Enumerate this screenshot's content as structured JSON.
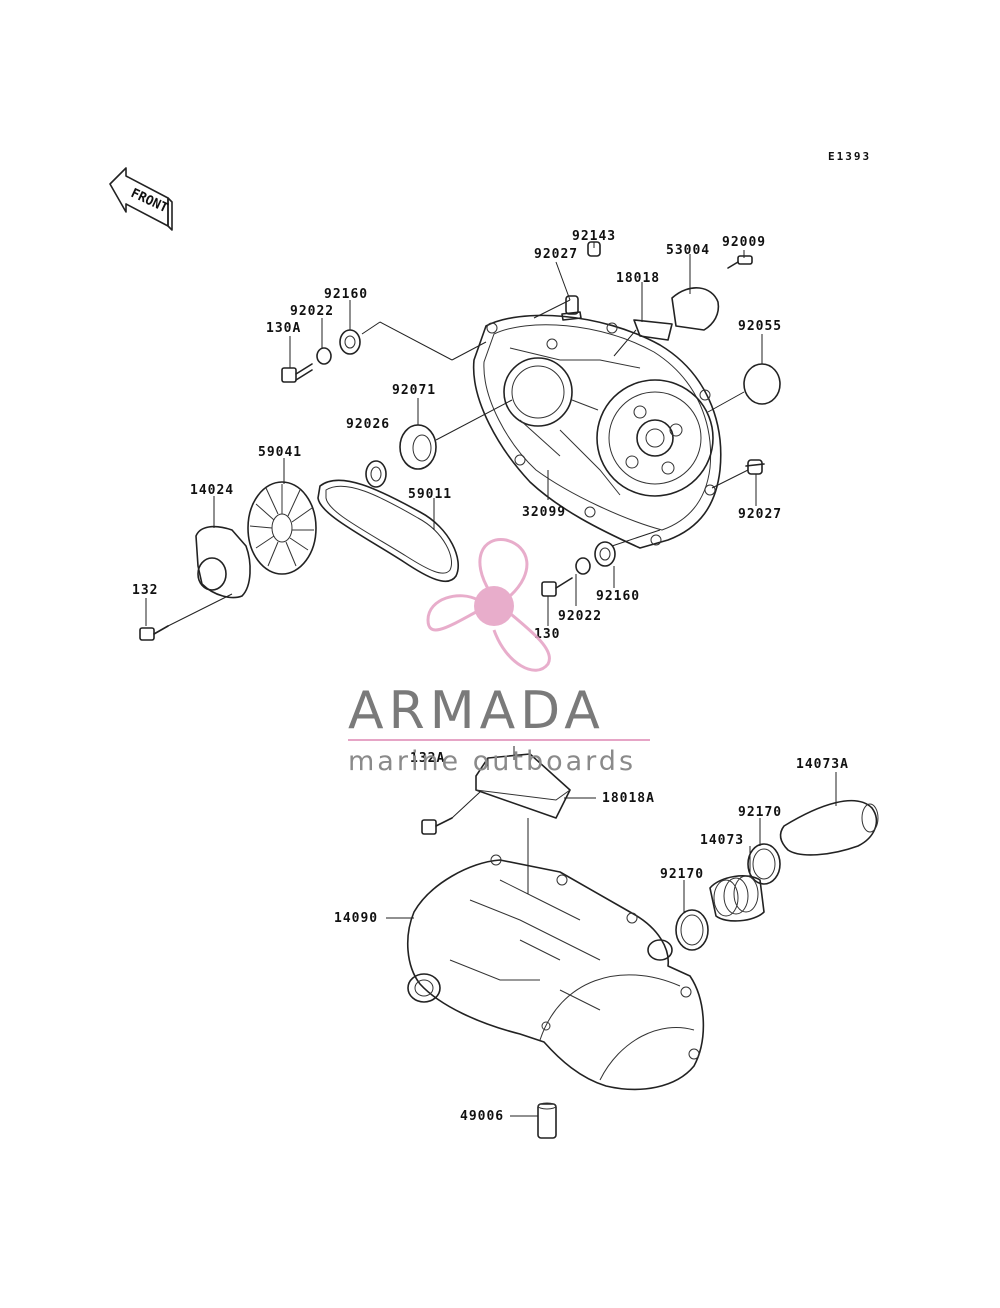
{
  "diagram_code": "E1393",
  "front_label": "FRONT",
  "brand": {
    "name": "ARMADA",
    "tagline": "marine outboards",
    "accent_color": "#e6a5c6",
    "rule_color": "#e6a5c6"
  },
  "part_labels": [
    {
      "id": "p92143",
      "text": "92143"
    },
    {
      "id": "p92027a",
      "text": "92027"
    },
    {
      "id": "p53004",
      "text": "53004"
    },
    {
      "id": "p92009",
      "text": "92009"
    },
    {
      "id": "p18018",
      "text": "18018"
    },
    {
      "id": "p92160a",
      "text": "92160"
    },
    {
      "id": "p92022a",
      "text": "92022"
    },
    {
      "id": "p130A",
      "text": "130A"
    },
    {
      "id": "p92055",
      "text": "92055"
    },
    {
      "id": "p92071",
      "text": "92071"
    },
    {
      "id": "p92026",
      "text": "92026"
    },
    {
      "id": "p59041",
      "text": "59041"
    },
    {
      "id": "p14024",
      "text": "14024"
    },
    {
      "id": "p59011",
      "text": "59011"
    },
    {
      "id": "p32099",
      "text": "32099"
    },
    {
      "id": "p92027b",
      "text": "92027"
    },
    {
      "id": "p132",
      "text": "132"
    },
    {
      "id": "p92160b",
      "text": "92160"
    },
    {
      "id": "p92022b",
      "text": "92022"
    },
    {
      "id": "p130",
      "text": "130"
    },
    {
      "id": "p132A",
      "text": "132A"
    },
    {
      "id": "p14073A",
      "text": "14073A"
    },
    {
      "id": "p18018A",
      "text": "18018A"
    },
    {
      "id": "p92170a",
      "text": "92170"
    },
    {
      "id": "p14073",
      "text": "14073"
    },
    {
      "id": "p92170b",
      "text": "92170"
    },
    {
      "id": "p14090",
      "text": "14090"
    },
    {
      "id": "p49006",
      "text": "49006"
    }
  ]
}
